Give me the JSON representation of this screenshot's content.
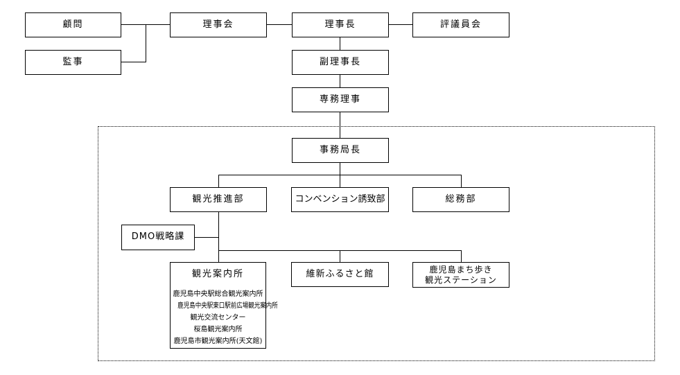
{
  "page": {
    "background_color": "#ffffff",
    "line_color": "#000000"
  },
  "org_chart": {
    "nodes": {
      "advisor": "顧問",
      "auditor": "監事",
      "board_of_directors": "理事会",
      "chairman": "理事長",
      "council": "評議員会",
      "vice_chairman": "副理事長",
      "executive_director": "専務理事",
      "secretary_general": "事務局長",
      "tourism_promotion_dept": "観光推進部",
      "convention_attraction_dept": "コンベンション誘致部",
      "general_affairs_dept": "総務部",
      "dmo_strategy_section": "DMO戦略課",
      "tourist_information_center": "観光案内所",
      "ishin_furusato_hall": "維新ふるさと館",
      "machiaruki_station_line1": "鹿児島まち歩き",
      "machiaruki_station_line2": "観光ステーション"
    },
    "tourist_information_offices": [
      "鹿児島中央駅総合観光案内所",
      "鹿児島中央駅東口駅前広場観光案内所",
      "観光交流センター",
      "桜島観光案内所",
      "鹿児島市観光案内所(天文館)"
    ]
  }
}
